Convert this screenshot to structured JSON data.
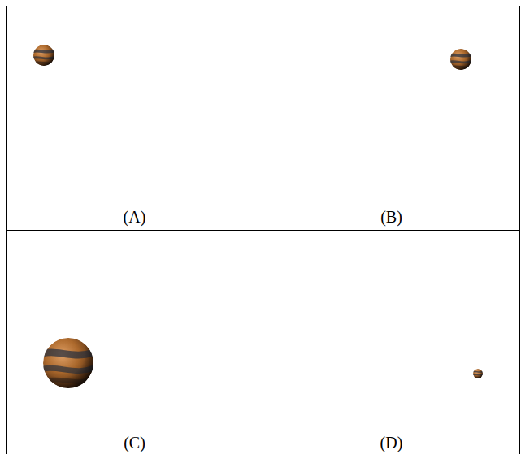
{
  "diagram": {
    "nodes": [
      {
        "text": [
          "(A)"
        ]
      },
      {
        "text": [
          "(B)"
        ]
      },
      {
        "text": [
          "(C)"
        ]
      },
      {
        "text": [
          "(D)"
        ]
      }
    ]
  }
}
